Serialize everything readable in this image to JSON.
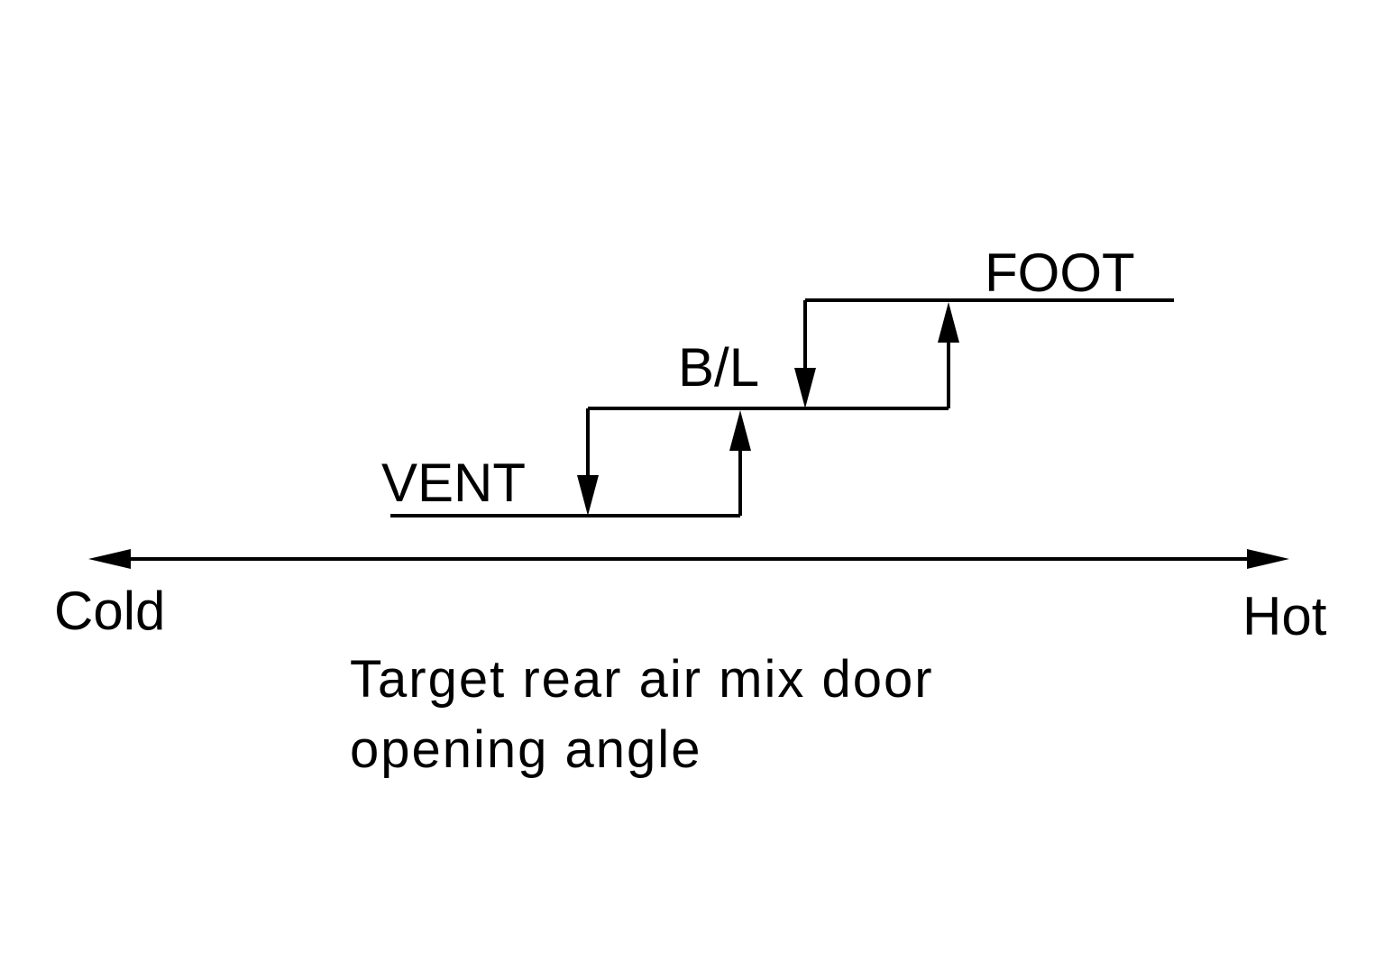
{
  "colors": {
    "background": "#ffffff",
    "line": "#000000"
  },
  "modes": {
    "vent": "VENT",
    "bl": "B/L",
    "foot": "FOOT"
  },
  "axis": {
    "cold_label": "Cold",
    "hot_label": "Hot"
  },
  "caption": {
    "line1": "Target rear air mix door",
    "line2": "opening angle"
  }
}
